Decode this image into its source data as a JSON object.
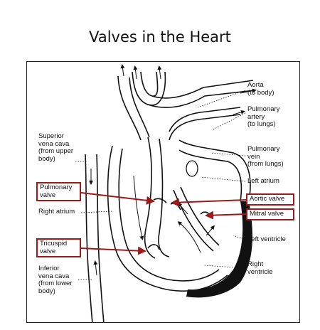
{
  "title": "Valves in the Heart",
  "labels": {
    "aorta": "Aorta\n(to body)",
    "pulmonary_artery": "Pulmonary\nartery\n(to lungs)",
    "pulmonary_vein": "Pulmonary\nvein\n(from lungs)",
    "left_atrium": "Left atrium",
    "left_ventricle": "Left ventricle",
    "right_ventricle": "Right\nventricle",
    "superior_vena_cava": "Superior\nvena cava\n(from upper\nbody)",
    "right_atrium": "Right atrium",
    "inferior_vena_cava": "Inferior\nvena cava\n(from lower\nbody)"
  },
  "valves": {
    "pulmonary": "Pulmonary\nvalve",
    "tricuspid": "Tricuspid\nvalve",
    "aortic": "Aortic valve",
    "mitral": "Mitral valve"
  },
  "colors": {
    "highlight": "#9b1b1b",
    "ink": "#111111"
  }
}
